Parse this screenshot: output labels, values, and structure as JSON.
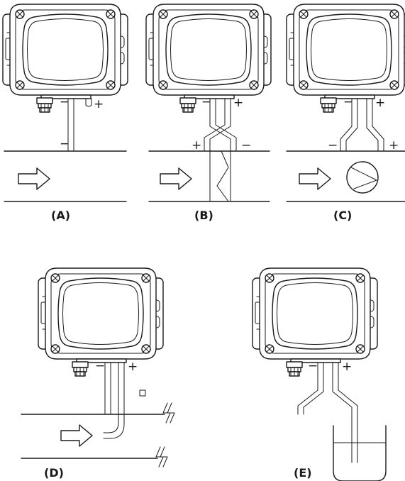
{
  "labels": {
    "a": "(A)",
    "b": "(B)",
    "c": "(C)",
    "d": "(D)",
    "e": "(E)"
  },
  "signs": {
    "plus": "+",
    "minus": "−"
  },
  "colors": {
    "ink": "#1a1a1a",
    "background": "#ffffff"
  },
  "icons": {
    "device": "pressure-transmitter-icon",
    "flow": "flow-direction-arrow-icon",
    "fan": "fan-icon",
    "filter": "filter-icon",
    "vessel": "vessel-icon",
    "break": "pipe-break-icon"
  }
}
